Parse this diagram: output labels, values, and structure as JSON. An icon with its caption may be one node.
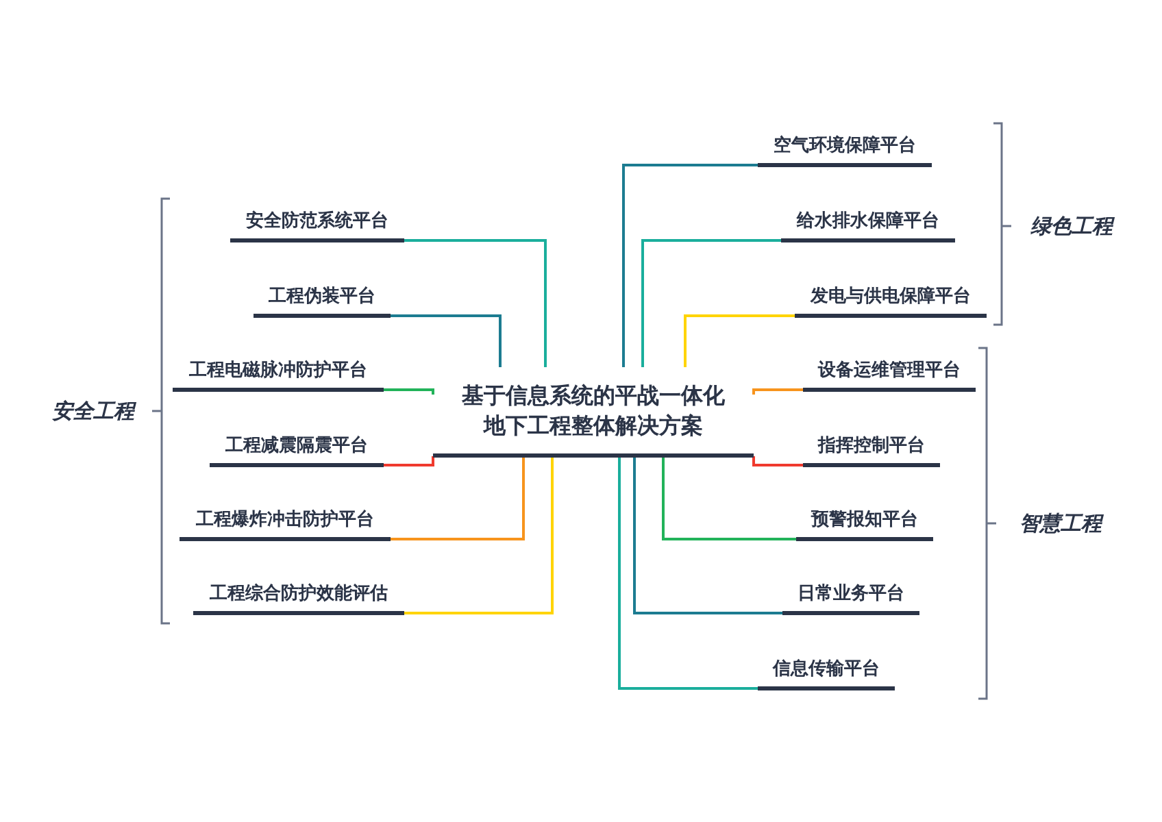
{
  "diagram": {
    "nodes": [
      {
        "text": [
          "基于信息系统的平战一体化地下工程整体解决方案"
        ]
      },
      {
        "text": [
          "安全防范系统平台"
        ]
      },
      {
        "text": [
          "工程伪装平台"
        ]
      },
      {
        "text": [
          "工程电磁脉冲防护平台"
        ]
      },
      {
        "text": [
          "工程减震隔震平台"
        ]
      },
      {
        "text": [
          "工程爆炸冲击防护平台"
        ]
      },
      {
        "text": [
          "工程综合防护效能评估"
        ]
      },
      {
        "text": [
          "空气环境保障平台"
        ]
      },
      {
        "text": [
          "给水排水保障平台"
        ]
      },
      {
        "text": [
          "发电与供电保障平台"
        ]
      },
      {
        "text": [
          "设备运维管理平台"
        ]
      },
      {
        "text": [
          "指挥控制平台"
        ]
      },
      {
        "text": [
          "预警报知平台"
        ]
      },
      {
        "text": [
          "日常业务平台"
        ]
      },
      {
        "text": [
          "信息传输平台"
        ]
      }
    ],
    "edges": [
      {
        "from": 0,
        "to": 1,
        "arrow": "none",
        "color": "#1aae9c"
      },
      {
        "from": 0,
        "to": 2,
        "arrow": "none",
        "color": "#1c7c91"
      },
      {
        "from": 0,
        "to": 3,
        "arrow": "none",
        "color": "#22b35a"
      },
      {
        "from": 0,
        "to": 4,
        "arrow": "none",
        "color": "#f03a2e"
      },
      {
        "from": 0,
        "to": 5,
        "arrow": "none",
        "color": "#f7941d"
      },
      {
        "from": 0,
        "to": 6,
        "arrow": "none",
        "color": "#ffd400"
      },
      {
        "from": 0,
        "to": 7,
        "arrow": "none",
        "color": "#1c7c91"
      },
      {
        "from": 0,
        "to": 8,
        "arrow": "none",
        "color": "#1aae9c"
      },
      {
        "from": 0,
        "to": 9,
        "arrow": "none",
        "color": "#ffd400"
      },
      {
        "from": 0,
        "to": 10,
        "arrow": "none",
        "color": "#f7941d"
      },
      {
        "from": 0,
        "to": 11,
        "arrow": "none",
        "color": "#f03a2e"
      },
      {
        "from": 0,
        "to": 12,
        "arrow": "none",
        "color": "#22b35a"
      },
      {
        "from": 0,
        "to": 13,
        "arrow": "none",
        "color": "#1c7c91"
      },
      {
        "from": 0,
        "to": 14,
        "arrow": "none",
        "color": "#1aae9c"
      }
    ],
    "labels": [
      "安全工程",
      "绿色工程",
      "智慧工程"
    ]
  }
}
